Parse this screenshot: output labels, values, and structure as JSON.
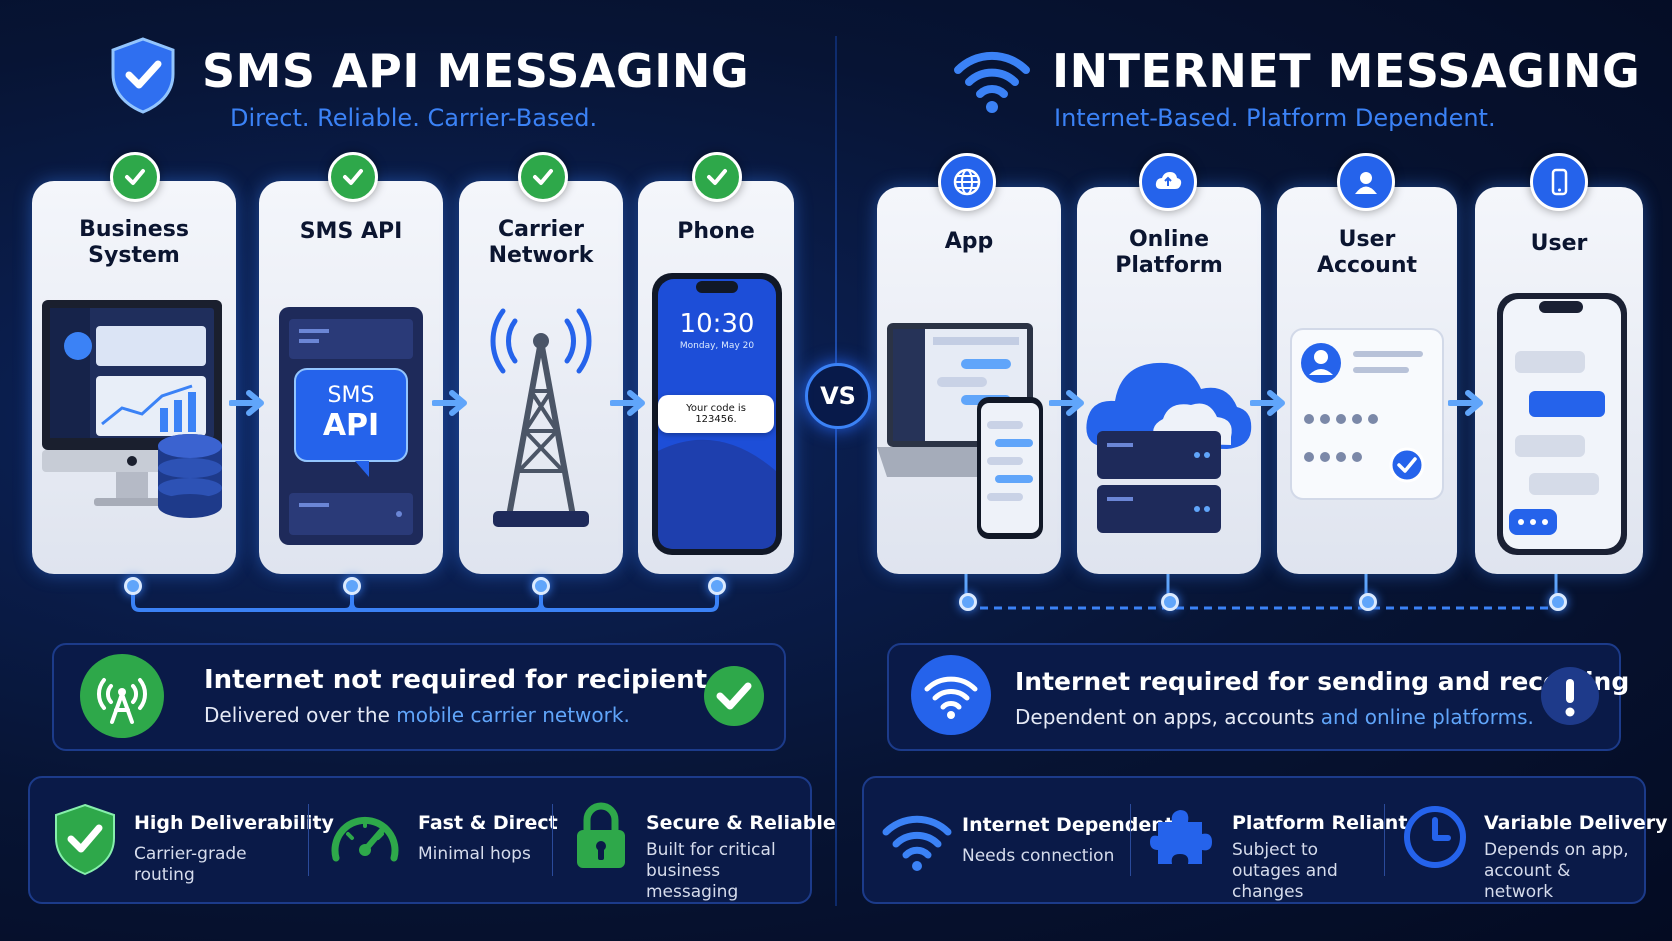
{
  "left": {
    "title": "SMS API MESSAGING",
    "subtitle": "Direct. Reliable. Carrier-Based.",
    "steps": [
      {
        "label1": "Business",
        "label2": "System",
        "icon": "monitor-icon"
      },
      {
        "label1": "SMS API",
        "label2": "",
        "icon": "server-icon"
      },
      {
        "label1": "Carrier",
        "label2": "Network",
        "icon": "tower-icon"
      },
      {
        "label1": "Phone",
        "label2": "",
        "icon": "phone-icon"
      }
    ],
    "sms_box_line1": "SMS",
    "sms_box_line2": "API",
    "phone_time": "10:30",
    "phone_date": "Monday, May 20",
    "phone_message": "Your code is 123456.",
    "panel": {
      "title": "Internet not required for recipient",
      "sub_prefix": "Delivered over the ",
      "sub_highlight": "mobile carrier network."
    },
    "features": [
      {
        "title": "High Deliverability",
        "desc": "Carrier-grade routing",
        "icon": "shield-check-icon"
      },
      {
        "title": "Fast & Direct",
        "desc": "Minimal hops",
        "icon": "speedometer-icon"
      },
      {
        "title": "Secure & Reliable",
        "desc": "Built for critical business messaging",
        "icon": "lock-icon"
      }
    ]
  },
  "vs_label": "VS",
  "right": {
    "title": "INTERNET MESSAGING",
    "subtitle": "Internet-Based. Platform Dependent.",
    "steps": [
      {
        "label1": "App",
        "label2": "",
        "icon": "globe-icon"
      },
      {
        "label1": "Online",
        "label2": "Platform",
        "icon": "cloud-icon"
      },
      {
        "label1": "User",
        "label2": "Account",
        "icon": "user-icon"
      },
      {
        "label1": "User",
        "label2": "",
        "icon": "mobile-icon"
      }
    ],
    "panel": {
      "title": "Internet required for sending and receiving",
      "sub_prefix": "Dependent on apps, accounts ",
      "sub_highlight": "and online platforms."
    },
    "features": [
      {
        "title": "Internet Dependent",
        "desc": "Needs connection",
        "icon": "wifi-icon"
      },
      {
        "title": "Platform Reliant",
        "desc": "Subject to outages and changes",
        "icon": "puzzle-icon"
      },
      {
        "title": "Variable Delivery",
        "desc": "Depends on app, account & network",
        "icon": "clock-icon"
      }
    ]
  },
  "colors": {
    "background": "#071434",
    "accent_blue": "#3b82f6",
    "check_green": "#2ea84a",
    "card": "#eef1f7"
  }
}
